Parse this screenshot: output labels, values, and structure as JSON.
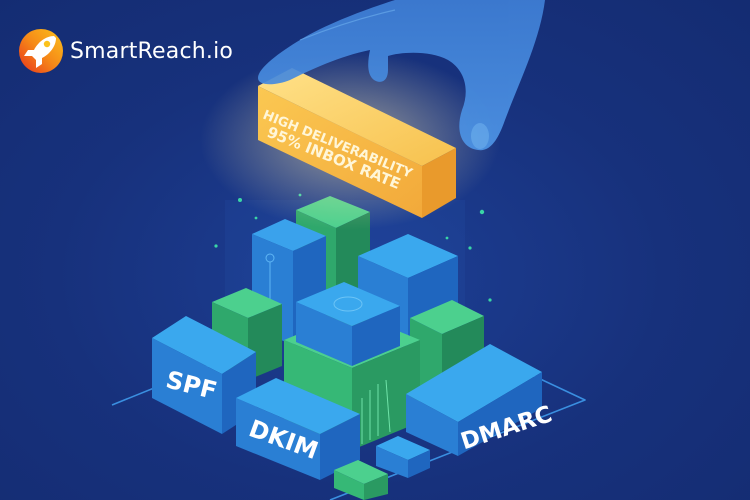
{
  "brand": {
    "name": "SmartReach.io",
    "logo_icon": "rocket-icon"
  },
  "illustration": {
    "highlight_block": {
      "line1": "HIGH DELIVERABILITY",
      "line2": "95% INBOX RATE"
    },
    "blocks": {
      "spf": "SPF",
      "dkim": "DKIM",
      "dmarc": "DMARC"
    }
  },
  "colors": {
    "background": "#163079",
    "block_blue": "#2a86d8",
    "block_green": "#3cb878",
    "gold": "#f5b233",
    "hand": "#4a8fe0"
  }
}
